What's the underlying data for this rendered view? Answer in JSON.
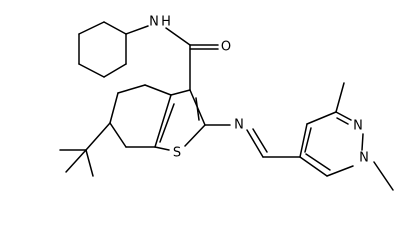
{
  "molecule": {
    "atoms": {
      "nh": "N",
      "h": "H",
      "o": "O",
      "s": "S",
      "imine_n": "N",
      "pyrazole_n2": "N",
      "pyrazole_n1": "N"
    }
  }
}
